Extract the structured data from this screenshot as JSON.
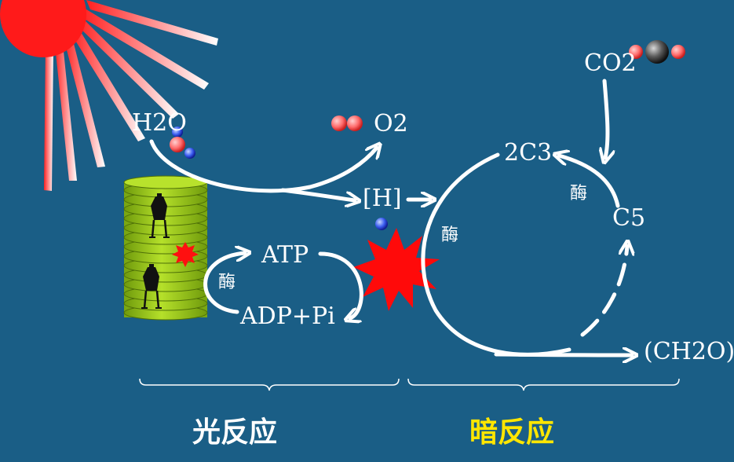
{
  "labels": {
    "h2o": "H2O",
    "o2": "O2",
    "h": "[H]",
    "atp": "ATP",
    "adp": "ADP+Pi",
    "enzyme1": "酶",
    "enzyme2": "酶",
    "enzyme3": "酶",
    "c3": "2C3",
    "c5": "C5",
    "co2": "CO2",
    "ch2o": "(CH2O)"
  },
  "sections": {
    "light": "光反应",
    "dark": "暗反应"
  },
  "colors": {
    "background": "#1a5e86",
    "sun": "#ff1a1a",
    "arrow": "#ffffff",
    "light_title": "#ffffff",
    "dark_title": "#ffe600",
    "thylakoid": "#9ccc1a"
  }
}
